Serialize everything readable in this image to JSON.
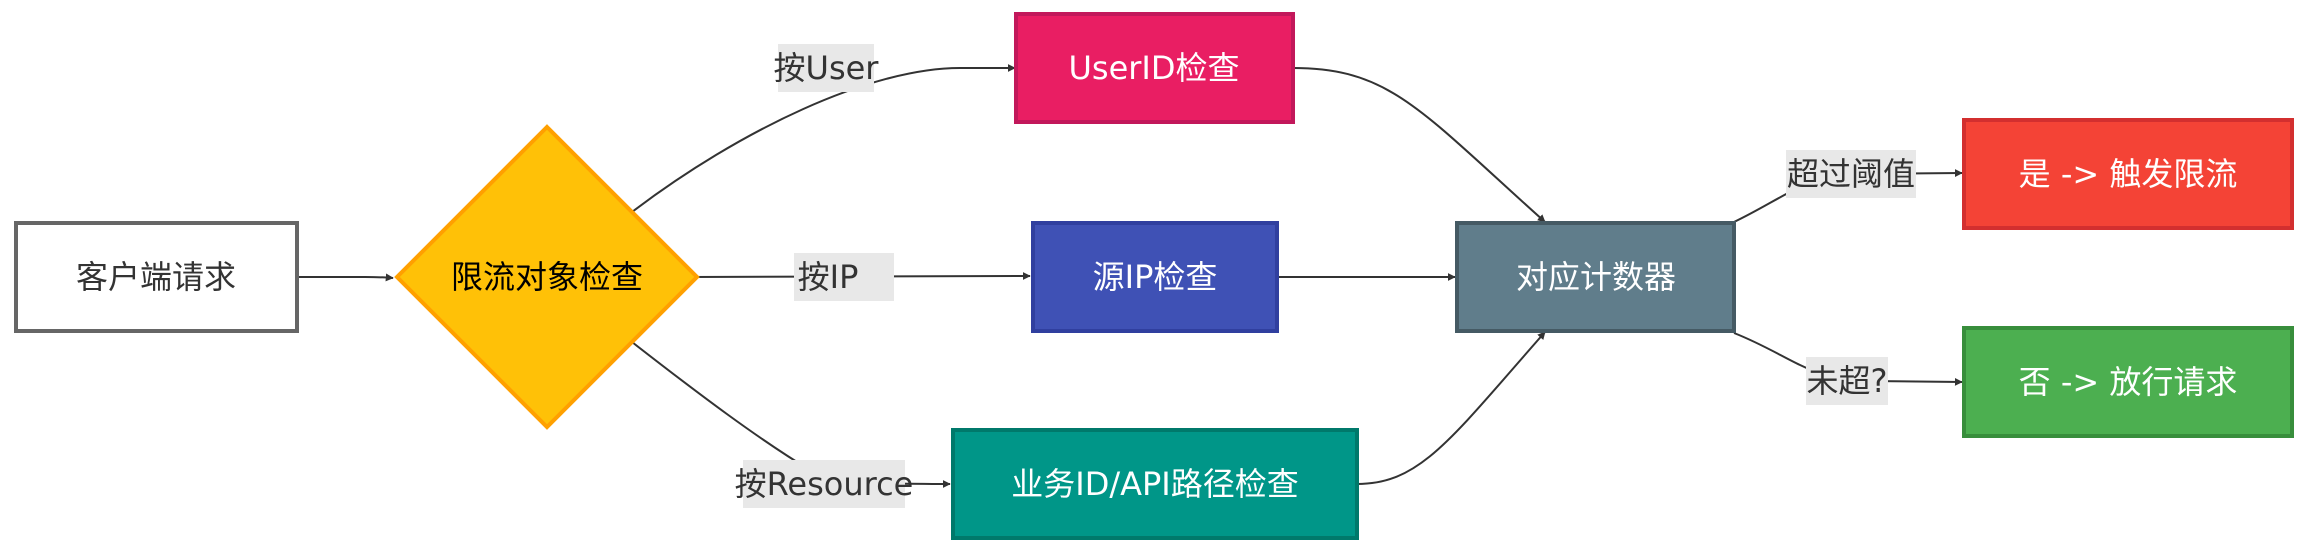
{
  "nodes": {
    "client": {
      "label": "客户端请求",
      "fill": "#ffffff",
      "stroke": "#666666",
      "text_color": "#333333"
    },
    "decision": {
      "label": "限流对象检查",
      "fill": "#ffc107",
      "stroke": "#ffa000",
      "text_color": "#000000"
    },
    "userid": {
      "label": "UserID检查",
      "fill": "#e91e63",
      "stroke": "#c2185b",
      "text_color": "#ffffff"
    },
    "srcip": {
      "label": "源IP检查",
      "fill": "#3f51b5",
      "stroke": "#303f9f",
      "text_color": "#ffffff"
    },
    "bizid": {
      "label": "业务ID/API路径检查",
      "fill": "#009688",
      "stroke": "#00796b",
      "text_color": "#ffffff"
    },
    "counter": {
      "label": "对应计数器",
      "fill": "#607d8b",
      "stroke": "#455a64",
      "text_color": "#ffffff"
    },
    "yes": {
      "label": "是 -> 触发限流",
      "fill": "#f44336",
      "stroke": "#d32f2f",
      "text_color": "#ffffff"
    },
    "no": {
      "label": "否 -> 放行请求",
      "fill": "#4caf50",
      "stroke": "#388e3c",
      "text_color": "#ffffff"
    }
  },
  "edge_labels": {
    "by_user": "按User",
    "by_ip": "按IP",
    "by_resource": "按Resource",
    "over_threshold": "超过阈值",
    "not_over": "未超?"
  },
  "colors": {
    "edge": "#333333",
    "label_bg": "#e8e8e8"
  }
}
